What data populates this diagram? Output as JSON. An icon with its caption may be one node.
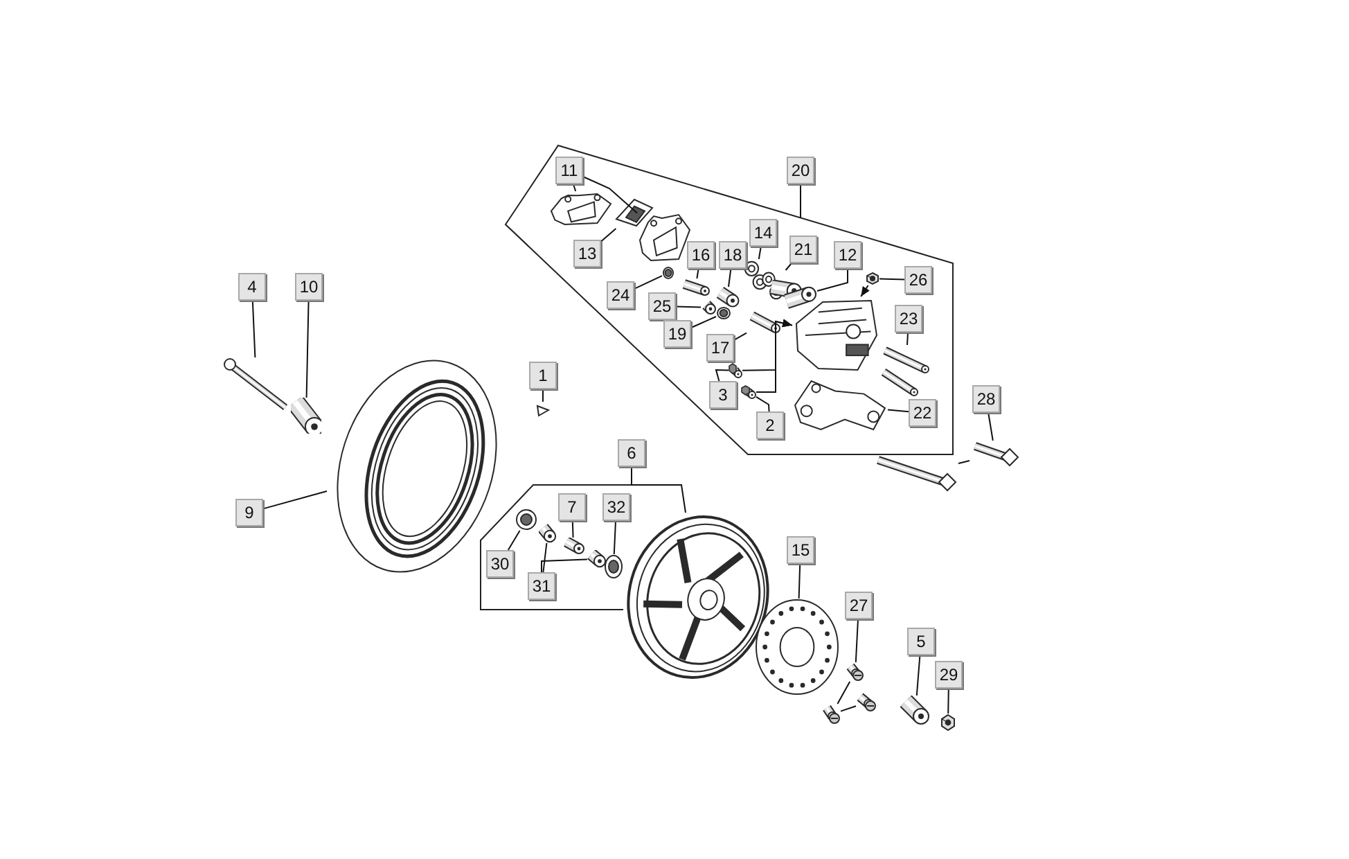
{
  "diagram": {
    "nodes": [
      {
        "text": [
          "11"
        ]
      },
      {
        "text": [
          "20"
        ]
      },
      {
        "text": [
          "13"
        ]
      },
      {
        "text": [
          "14"
        ]
      },
      {
        "text": [
          "21"
        ]
      },
      {
        "text": [
          "16"
        ]
      },
      {
        "text": [
          "18"
        ]
      },
      {
        "text": [
          "12"
        ]
      },
      {
        "text": [
          "26"
        ]
      },
      {
        "text": [
          "24"
        ]
      },
      {
        "text": [
          "25"
        ]
      },
      {
        "text": [
          "23"
        ]
      },
      {
        "text": [
          "19"
        ]
      },
      {
        "text": [
          "4"
        ]
      },
      {
        "text": [
          "10"
        ]
      },
      {
        "text": [
          "17"
        ]
      },
      {
        "text": [
          "1"
        ]
      },
      {
        "text": [
          "3"
        ]
      },
      {
        "text": [
          "28"
        ]
      },
      {
        "text": [
          "22"
        ]
      },
      {
        "text": [
          "2"
        ]
      },
      {
        "text": [
          "6"
        ]
      },
      {
        "text": [
          "7"
        ]
      },
      {
        "text": [
          "32"
        ]
      },
      {
        "text": [
          "9"
        ]
      },
      {
        "text": [
          "15"
        ]
      },
      {
        "text": [
          "30"
        ]
      },
      {
        "text": [
          "31"
        ]
      },
      {
        "text": [
          "27"
        ]
      },
      {
        "text": [
          "5"
        ]
      },
      {
        "text": [
          "29"
        ]
      },
      {
        "text": [],
        "shape": "picture"
      },
      {
        "text": [],
        "shape": "picture"
      },
      {
        "text": [],
        "shape": "picture"
      },
      {
        "text": [],
        "shape": "picture"
      },
      {
        "text": [],
        "shape": "picture"
      },
      {
        "text": [],
        "shape": "picture"
      },
      {
        "text": [],
        "shape": "picture"
      },
      {
        "text": [],
        "shape": "picture"
      },
      {
        "text": [],
        "shape": "picture"
      },
      {
        "text": [],
        "shape": "picture"
      },
      {
        "text": [],
        "shape": "picture"
      },
      {
        "text": [],
        "shape": "picture"
      },
      {
        "text": [],
        "shape": "picture"
      },
      {
        "text": [],
        "shape": "picture"
      },
      {
        "text": [],
        "shape": "picture"
      },
      {
        "text": [],
        "shape": "picture"
      },
      {
        "text": [],
        "shape": "picture"
      },
      {
        "text": [],
        "shape": "picture"
      },
      {
        "text": [],
        "shape": "picture"
      },
      {
        "text": [],
        "shape": "picture"
      },
      {
        "text": [],
        "shape": "picture"
      },
      {
        "text": [],
        "shape": "picture"
      },
      {
        "text": [],
        "shape": "picture"
      },
      {
        "text": [],
        "shape": "picture"
      },
      {
        "text": [],
        "shape": "picture"
      },
      {
        "text": [],
        "shape": "picture"
      },
      {
        "text": [],
        "shape": "picture"
      },
      {
        "text": [],
        "shape": "picture"
      },
      {
        "text": [],
        "shape": "picture"
      },
      {
        "text": [],
        "shape": "picture"
      },
      {
        "text": [],
        "shape": "picture"
      },
      {
        "text": [],
        "shape": "picture"
      },
      {
        "text": [],
        "shape": "picture"
      },
      {
        "text": [],
        "shape": "picture"
      },
      {
        "text": [],
        "shape": "picture"
      },
      {
        "text": [],
        "shape": "picture"
      }
    ],
    "edges": [
      {
        "from": 0,
        "to": 31,
        "arrow": "none"
      },
      {
        "from": 0,
        "to": 33,
        "arrow": "none"
      },
      {
        "from": 1,
        "to": null,
        "arrow": "none"
      },
      {
        "from": 2,
        "to": 32,
        "arrow": "none"
      },
      {
        "from": 3,
        "to": 36,
        "arrow": "none"
      },
      {
        "from": 4,
        "to": 37,
        "arrow": "none"
      },
      {
        "from": 5,
        "to": 35,
        "arrow": "none"
      },
      {
        "from": 6,
        "to": 39,
        "arrow": "none"
      },
      {
        "from": 7,
        "to": 38,
        "arrow": "none"
      },
      {
        "from": 8,
        "to": 42,
        "arrow": "none"
      },
      {
        "from": 9,
        "to": 34,
        "arrow": "none"
      },
      {
        "from": 10,
        "to": 40,
        "arrow": "none"
      },
      {
        "from": 11,
        "to": 47,
        "arrow": "none"
      },
      {
        "from": 12,
        "to": 41,
        "arrow": "none"
      },
      {
        "from": 13,
        "to": 50,
        "arrow": "none"
      },
      {
        "from": 14,
        "to": 51,
        "arrow": "none"
      },
      {
        "from": 15,
        "to": 44,
        "arrow": "none"
      },
      {
        "from": 16,
        "to": 49,
        "arrow": "none"
      },
      {
        "from": 17,
        "to": 45,
        "arrow": "none"
      },
      {
        "from": 18,
        "to": 61,
        "arrow": "none"
      },
      {
        "from": 61,
        "to": 60,
        "arrow": "none"
      },
      {
        "from": 20,
        "to": 46,
        "arrow": "none"
      },
      {
        "from": 21,
        "to": 58,
        "arrow": "none"
      },
      {
        "from": 22,
        "to": 55,
        "arrow": "none"
      },
      {
        "from": 23,
        "to": 57,
        "arrow": "none"
      },
      {
        "from": 24,
        "to": 52,
        "arrow": "none"
      },
      {
        "from": 25,
        "to": 59,
        "arrow": "none"
      },
      {
        "from": 26,
        "to": 53,
        "arrow": "none"
      },
      {
        "from": 27,
        "to": 54,
        "arrow": "none"
      },
      {
        "from": 27,
        "to": 56,
        "arrow": "none"
      },
      {
        "from": 28,
        "to": 62,
        "arrow": "none"
      },
      {
        "from": 62,
        "to": 63,
        "arrow": "none"
      },
      {
        "from": 64,
        "to": 63,
        "arrow": "none"
      },
      {
        "from": 29,
        "to": 65,
        "arrow": "none"
      },
      {
        "from": 30,
        "to": 66,
        "arrow": "none"
      },
      {
        "from": 45,
        "to": 43,
        "arrow": "to"
      },
      {
        "from": 46,
        "to": 43,
        "arrow": "to"
      },
      {
        "from": 42,
        "to": 43,
        "arrow": "to"
      },
      {
        "from": 19,
        "to": 48,
        "arrow": "none"
      }
    ]
  }
}
